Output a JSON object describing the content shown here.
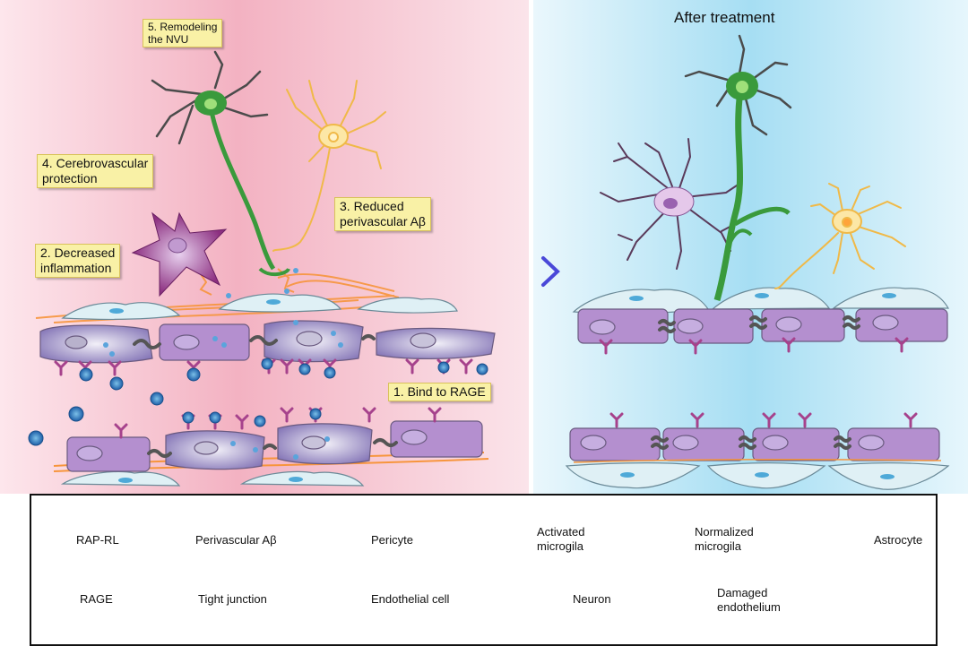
{
  "labels": {
    "step5": "5. Remodeling\nthe NVU",
    "step4": "4. Cerebrovascular\nprotection",
    "step3": "3. Reduced\nperivascular Aβ",
    "step2": "2. Decreased\ninflammation",
    "step1": "1. Bind to RAGE",
    "after": "After treatment"
  },
  "legend": {
    "rap_rl": "RAP-RL",
    "perivascular_abeta": "Perivascular Aβ",
    "pericyte": "Pericyte",
    "activated_microglia": "Activated\nmicrogila",
    "normalized_microglia": "Normalized\nmicrogila",
    "astrocyte": "Astrocyte",
    "rage": "RAGE",
    "tight_junction": "Tight junction",
    "endothelial_cell": "Endothelial cell",
    "neuron": "Neuron",
    "damaged_endothelium": "Damaged\nendothelium"
  },
  "colors": {
    "before_bg": "#f3b5c4",
    "after_bg": "#a9dff3",
    "endothelium": "#b48fcf",
    "pericyte": "#d8eef3",
    "abeta": "#f7953c",
    "rage": "#a6428c",
    "neuron": "#3a9a3c",
    "astrocyte": "#fbd66a",
    "microglia": "#9a3a8a",
    "arrow": "#4a48d8",
    "label_fill": "#f9f1a6"
  },
  "icons": [
    "rap-rl-particle-icon",
    "perivascular-abeta-icon",
    "pericyte-icon",
    "activated-microglia-icon",
    "normalized-microglia-icon",
    "astrocyte-icon",
    "rage-receptor-icon",
    "tight-junction-icon",
    "endothelial-cell-icon",
    "neuron-icon",
    "damaged-endothelium-icon",
    "treatment-arrow-icon"
  ]
}
